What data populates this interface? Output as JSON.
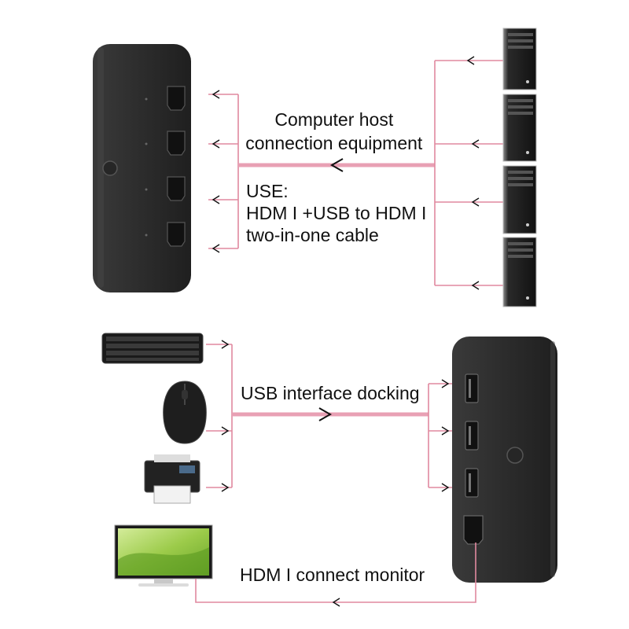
{
  "labels": {
    "computer_host_line1": "Computer host",
    "computer_host_line2": "connection equipment",
    "use_heading": "USE:",
    "use_line1": "HDM I +USB to HDM I",
    "use_line2": "two-in-one cable",
    "usb_docking": "USB interface docking",
    "hdmi_monitor": "HDM I connect monitor"
  },
  "colors": {
    "cable": "#e0899f",
    "cable_thick": "#e8a0b4",
    "arrow": "#111111",
    "switch_body": "#2b2b2b",
    "tower_body": "#1c1c1c",
    "monitor_screen": "#a8d060"
  },
  "devices": {
    "switch_top": {
      "name": "kvm-switch",
      "hdmi_ports": 4,
      "button": 1
    },
    "switch_bottom": {
      "name": "kvm-switch",
      "usb_ports": 3,
      "hdmi_ports": 1,
      "button": 1
    },
    "computers": {
      "count": 4
    },
    "peripherals": [
      "keyboard",
      "mouse",
      "printer",
      "monitor"
    ]
  }
}
